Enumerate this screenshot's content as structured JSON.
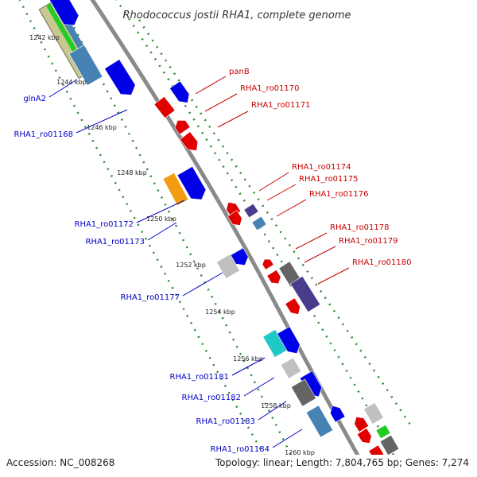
{
  "title": "Rhodococcus jostii RHA1, complete genome",
  "footer": {
    "accession": "Accession: NC_008268",
    "summary": "Topology: linear; Length: 7,804,765 bp; Genes: 7,274"
  },
  "ticks": [
    "1242 kbp",
    "1244 kbp",
    "1246 kbp",
    "1248 kbp",
    "1250 kbp",
    "1252 kbp",
    "1254 kbp",
    "1256 kbp",
    "1258 kbp",
    "1260 kbp"
  ],
  "genes_left": [
    "glnA2",
    "RHA1_ro01168",
    "RHA1_ro01172",
    "RHA1_ro01173",
    "RHA1_ro01177",
    "RHA1_ro01181",
    "RHA1_ro01182",
    "RHA1_ro01183",
    "RHA1_ro01184"
  ],
  "genes_right": [
    "panB",
    "RHA1_ro01170",
    "RHA1_ro01171",
    "RHA1_ro01174",
    "RHA1_ro01175",
    "RHA1_ro01176",
    "RHA1_ro01178",
    "RHA1_ro01179",
    "RHA1_ro01180"
  ],
  "colors": {
    "blue": "#0000e6",
    "red": "#e00000",
    "steelblue": "#4682b4",
    "orange": "#f39c12",
    "gray": "#c0c0c0",
    "darkgray": "#646464",
    "cyan": "#20c8c8",
    "slateblue": "#483d8b",
    "green": "#22cc22",
    "khaki": "#c8c890",
    "backbone": "#8a8a8a",
    "dots": "#2a8a2a",
    "label_left": "#0000c8",
    "label_right": "#c80000"
  }
}
